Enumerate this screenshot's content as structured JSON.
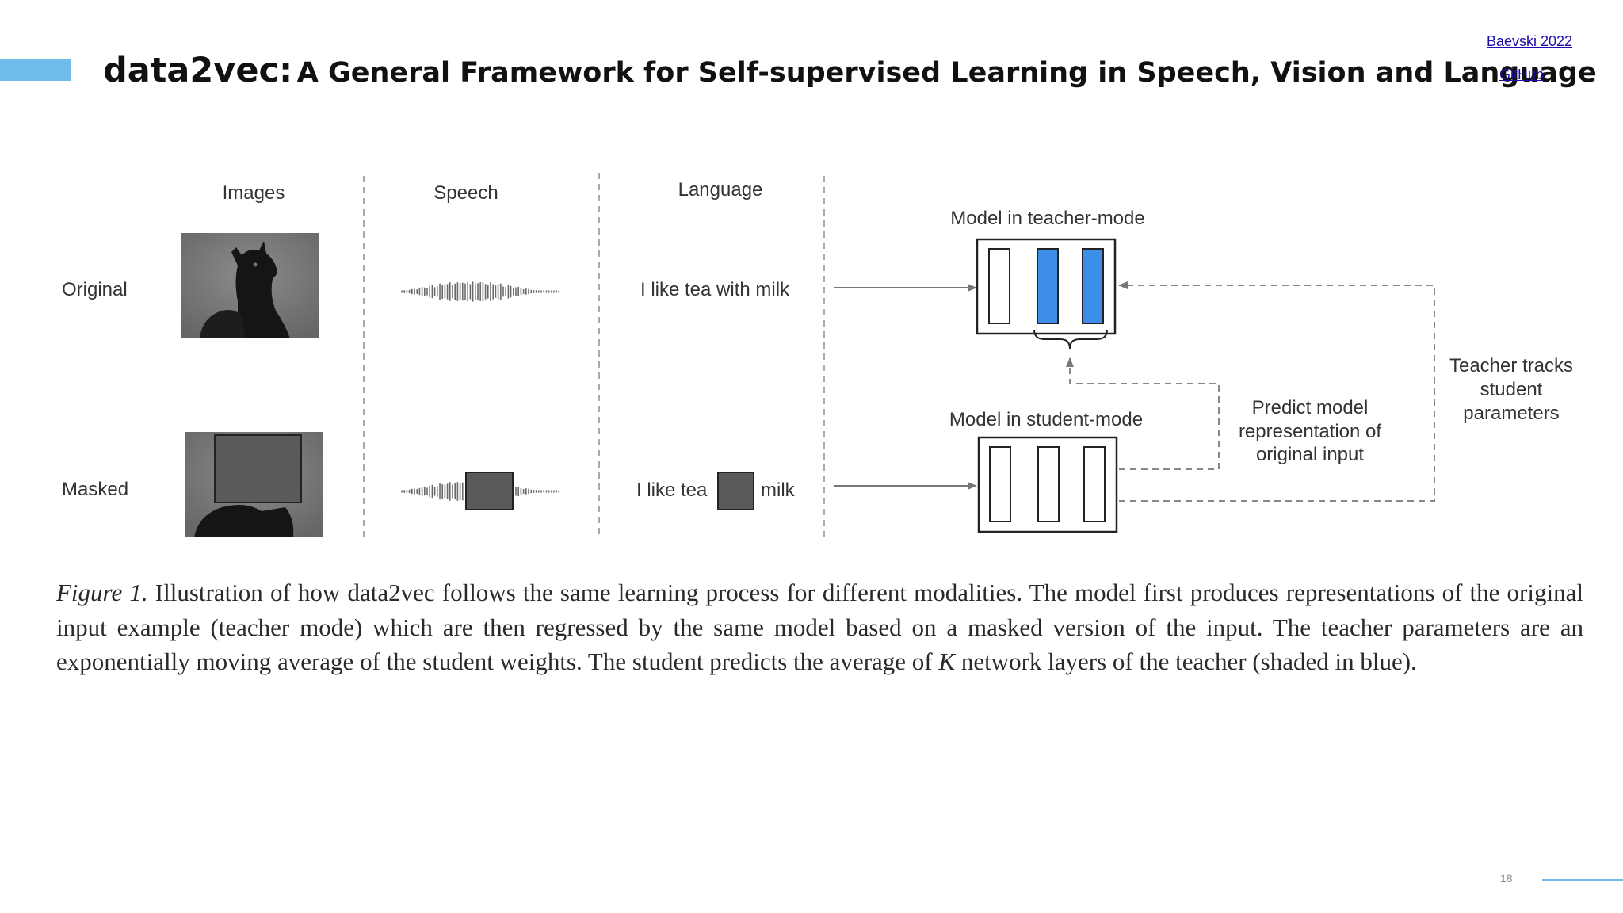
{
  "slide": {
    "title_bold": "data2vec:",
    "title_rest": "A General Framework for Self-supervised Learning in Speech, Vision and Language",
    "link_paper": "Baevski 2022",
    "link_code": "GitHub",
    "page_number": "18"
  },
  "figure": {
    "columns": {
      "images": "Images",
      "speech": "Speech",
      "language": "Language"
    },
    "rows": {
      "original": "Original",
      "masked": "Masked"
    },
    "sentence_original": "I like tea with milk",
    "sentence_masked_start": "I like tea",
    "sentence_masked_end": "milk",
    "teacher_label": "Model in teacher-mode",
    "student_label": "Model in student-mode",
    "predict_lines": [
      "Predict model",
      "representation of",
      "original input"
    ],
    "tracks_lines": [
      "Teacher tracks",
      "student",
      "parameters"
    ],
    "photo_description_icon": "dog-photo",
    "accent_colors": {
      "blue_layer": "#3c8ee8",
      "mask": "#555555",
      "slide_accent": "#6fbcec"
    }
  },
  "caption": {
    "figure_label": "Figure 1.",
    "text_before_k": " Illustration of how data2vec follows the same learning process for different modalities. The model first produces representations of the original input example (teacher mode) which are then regressed by the same model based on a masked version of the input. The teacher parameters are an exponentially moving average of the student weights. The student predicts the average of ",
    "k_symbol": "K",
    "text_after_k": " network layers of the teacher (shaded in blue)."
  }
}
